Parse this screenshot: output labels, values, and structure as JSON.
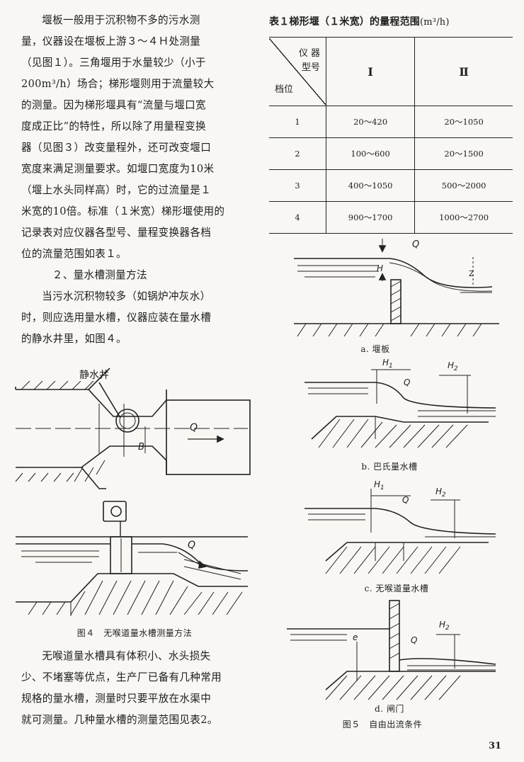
{
  "left_text": {
    "p1": [
      "堰板一般用于沉积物不多的污水测",
      "量，仪器设在堰板上游３～４Ｈ处测量",
      "（见图１）。三角堰用于水量较少（小于",
      "200m³/h）场合；梯形堰则用于流量较大",
      "的测量。因为梯形堰具有“流量与堰口宽",
      "度成正比”的特性，所以除了用量程变换",
      "器（见图３）改变量程外，还可改变堰口",
      "宽度来满足测量要求。如堰口宽度为10米",
      "（堰上水头同样高）时，它的过流量是１",
      "米宽的10倍。标准（１米宽）梯形堰使用的",
      "记录表对应仪器各型号、量程变换器各档",
      "位的流量范围如表１。"
    ],
    "heading2": "２、量水槽测量方法",
    "p2": [
      "当污水沉积物较多（如锅炉冲灰水）",
      "时，则应选用量水槽，仪器应装在量水槽",
      "的静水井里，如图４。"
    ],
    "p3": [
      "无喉道量水槽具有体积小、水头损失",
      "少、不堵塞等优点，生产厂已备有几种常用",
      "规格的量水槽，测量时只要平放在水渠中",
      "就可测量。几种量水槽的测量范围见表2。"
    ]
  },
  "fig4": {
    "label_well": "静水井",
    "label_q": "Q",
    "label_b": "B",
    "caption": "图４　无喉道量水槽测量方法"
  },
  "table1": {
    "title": "表１梯形堰（１米宽）的量程范围",
    "unit": "(m³/h)",
    "corner_top1": "仪 器",
    "corner_top2": "型号",
    "corner_bottom": "档位",
    "col_headers": [
      "Ⅰ",
      "Ⅱ"
    ],
    "rows": [
      {
        "gear": "1",
        "c1": "20～420",
        "c2": "20～1050"
      },
      {
        "gear": "2",
        "c1": "100～600",
        "c2": "20～1500"
      },
      {
        "gear": "3",
        "c1": "400～1050",
        "c2": "500～2000"
      },
      {
        "gear": "4",
        "c1": "900～1700",
        "c2": "1000～2700"
      }
    ]
  },
  "fig5": {
    "a_label": "a. 堰板",
    "b_label": "b. 巴氏量水槽",
    "c_label": "c. 无喉道量水槽",
    "d_label": "d. 闸门",
    "caption": "图５　自由出流条件",
    "sym_q": "Q",
    "sym_h": "H",
    "sym_h1": "H",
    "sym_h2": "H",
    "sub1": "1",
    "sub2": "2",
    "sym_e": "e"
  },
  "page_number": "31"
}
